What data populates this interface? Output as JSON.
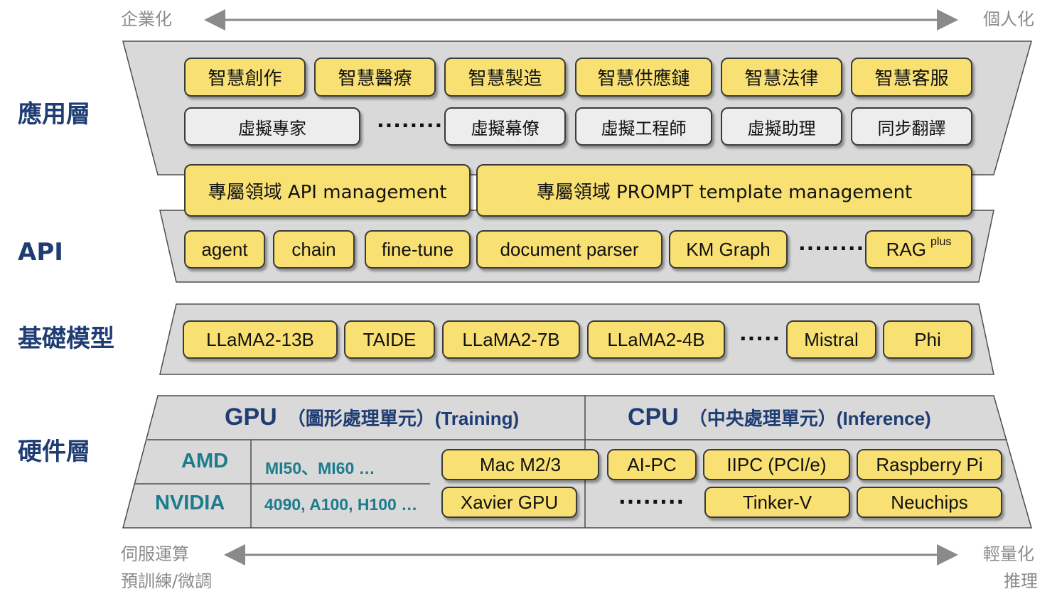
{
  "scale_top": {
    "left": "企業化",
    "right": "個人化"
  },
  "scale_bottom": {
    "left_line1": "伺服運算",
    "left_line2": "預訓練/微調",
    "right_line1": "輕量化",
    "right_line2": "推理"
  },
  "layers": {
    "app": "應用層",
    "api": "API",
    "model": "基礎模型",
    "hardware": "硬件層"
  },
  "app_layer": {
    "smart": [
      "智慧創作",
      "智慧醫療",
      "智慧製造",
      "智慧供應鏈",
      "智慧法律",
      "智慧客服"
    ],
    "virtual": [
      "虛擬專家",
      "虛擬幕僚",
      "虛擬工程師",
      "虛擬助理",
      "同步翻譯"
    ],
    "ellipsis": "········"
  },
  "management": {
    "api": "專屬領域 API management",
    "prompt": "專屬領域 PROMPT template management"
  },
  "api_layer": {
    "items": [
      "agent",
      "chain",
      "fine-tune",
      "document parser",
      "KM Graph"
    ],
    "ellipsis": "········",
    "rag": "RAG",
    "rag_sup": "plus"
  },
  "model_layer": {
    "items": [
      "LLaMA2-13B",
      "TAIDE",
      "LLaMA2-7B",
      "LLaMA2-4B",
      "Mistral",
      "Phi"
    ],
    "ellipsis": "·····"
  },
  "hardware": {
    "gpu_title": "GPU",
    "gpu_sub": "（圖形處理單元）(Training)",
    "cpu_title": "CPU",
    "cpu_sub": "（中央處理單元）(Inference)",
    "amd": "AMD",
    "amd_models": "MI50、MI60 …",
    "nvidia": "NVIDIA",
    "nvidia_models": "4090, A100, H100 …",
    "mac": "Mac M2/3",
    "xavier": "Xavier GPU",
    "aipc": "AI-PC",
    "ipc": "IIPC (PCI/e)",
    "raspberry": "Raspberry Pi",
    "tinker": "Tinker-V",
    "neuchips": "Neuchips",
    "ellipsis": "········"
  },
  "colors": {
    "box_fill": "#f8e073",
    "panel_fill": "#d9d9d9",
    "label_navy": "#1f3d73",
    "vendor_teal": "#1d7c8c",
    "scale_gray": "#8a8a8a"
  }
}
